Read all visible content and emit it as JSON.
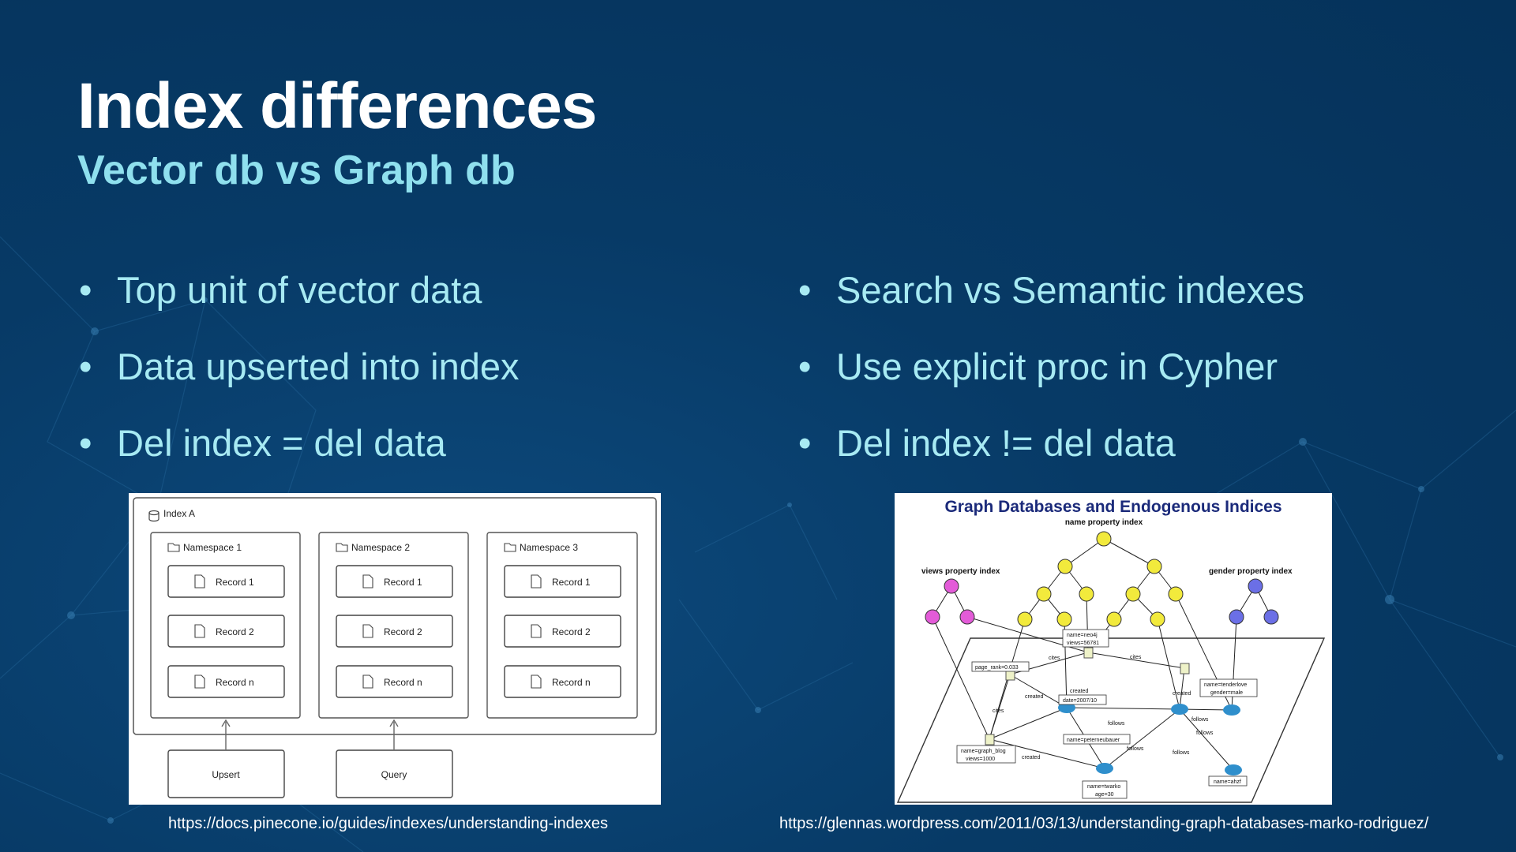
{
  "slide": {
    "title": "Index differences",
    "subtitle": "Vector db vs Graph db"
  },
  "left_bullets": [
    "Top unit of vector data",
    "Data upserted into index",
    "Del index = del data"
  ],
  "right_bullets": [
    "Search vs Semantic indexes",
    "Use explicit proc in Cypher",
    "Del index != del data"
  ],
  "pinecone_diagram": {
    "index_label": "Index A",
    "namespaces": [
      {
        "label": "Namespace 1",
        "records": [
          "Record 1",
          "Record 2",
          "Record n"
        ]
      },
      {
        "label": "Namespace 2",
        "records": [
          "Record 1",
          "Record 2",
          "Record n"
        ]
      },
      {
        "label": "Namespace 3",
        "records": [
          "Record 1",
          "Record 2",
          "Record n"
        ]
      }
    ],
    "actions": [
      "Upsert",
      "Query"
    ]
  },
  "graph_diagram": {
    "title": "Graph Databases and Endogenous Indices",
    "name_index_label": "name property index",
    "views_index_label": "views property index",
    "gender_index_label": "gender property index",
    "colors": {
      "title": "#1b2a7a",
      "name_index": "#f2ea3c",
      "views_index": "#e35bd8",
      "gender_index": "#6b6fe6",
      "bird": "#2f8fcc"
    },
    "props": [
      "name=neo4j",
      "views=56781",
      "page_rank=0.033",
      "date=2007/10",
      "name=tenderlove",
      "gender=male",
      "name=graph_blog",
      "views=1000",
      "name=peterneubauer",
      "name=twarko",
      "age=30",
      "name=ahzf"
    ],
    "edges": [
      "cites",
      "cites",
      "cites",
      "created",
      "created",
      "created",
      "created",
      "follows",
      "follows",
      "follows",
      "follows",
      "follows"
    ]
  },
  "captions": {
    "left": "https://docs.pinecone.io/guides/indexes/understanding-indexes",
    "right": "https://glennas.wordpress.com/2011/03/13/understanding-graph-databases-marko-rodriguez/"
  }
}
